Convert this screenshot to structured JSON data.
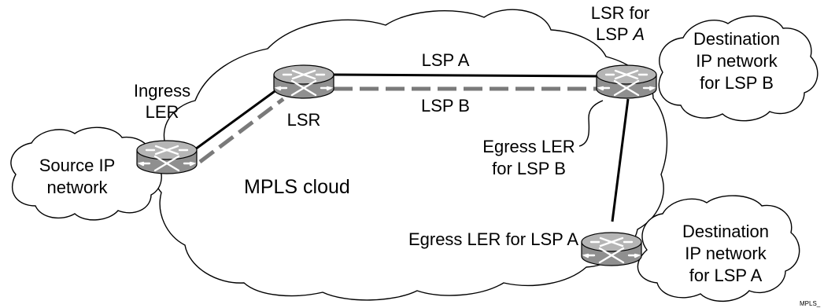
{
  "colors": {
    "router_fill": "#8f8f8f",
    "router_top": "#b5b5b5",
    "lsp_a_line": "#000000",
    "lsp_b_line": "#7a7a7a",
    "cloud_stroke": "#000000"
  },
  "clouds": {
    "mpls": "MPLS cloud",
    "source": [
      "Source IP",
      "network"
    ],
    "dest_b": [
      "Destination",
      "IP network",
      "for LSP B"
    ],
    "dest_a": [
      "Destination",
      "IP network",
      "for LSP A"
    ]
  },
  "routers": {
    "ingress": {
      "label": [
        "Ingress",
        "LER"
      ],
      "icon": "router-icon"
    },
    "lsr": {
      "label": [
        "LSR"
      ],
      "icon": "router-icon"
    },
    "lsr_for_a": {
      "label": [
        "LSR for",
        "LSP A"
      ],
      "italic_word": "A",
      "icon": "router-icon"
    },
    "egress_a": {
      "label": [
        "Egress LER for LSP A"
      ],
      "icon": "router-icon"
    }
  },
  "callouts": {
    "egress_b": [
      "Egress LER",
      "for LSP B"
    ]
  },
  "paths": {
    "lsp_a": "LSP A",
    "lsp_b": "LSP B"
  },
  "figure_id": "MPLS_"
}
